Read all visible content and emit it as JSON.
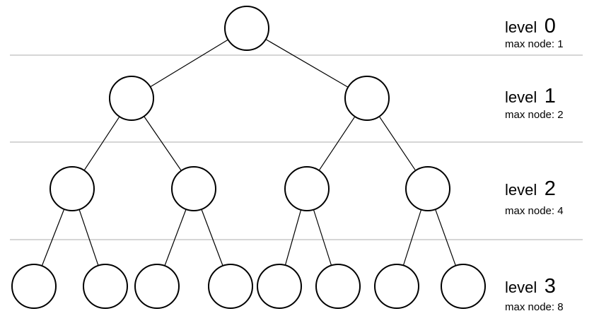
{
  "colors": {
    "separator": "#c8c8c8",
    "node_stroke": "#000000",
    "edge_stroke": "#000000",
    "node_fill": "#ffffff"
  },
  "levels": [
    {
      "word": "level",
      "number": "0",
      "max_label": "max node: 1"
    },
    {
      "word": "level",
      "number": "1",
      "max_label": "max node: 2"
    },
    {
      "word": "level",
      "number": "2",
      "max_label": "max node: 4"
    },
    {
      "word": "level",
      "number": "3",
      "max_label": "max node: 8"
    }
  ],
  "tree": {
    "type": "complete-binary-tree",
    "depth": 3,
    "node_count": 15
  }
}
